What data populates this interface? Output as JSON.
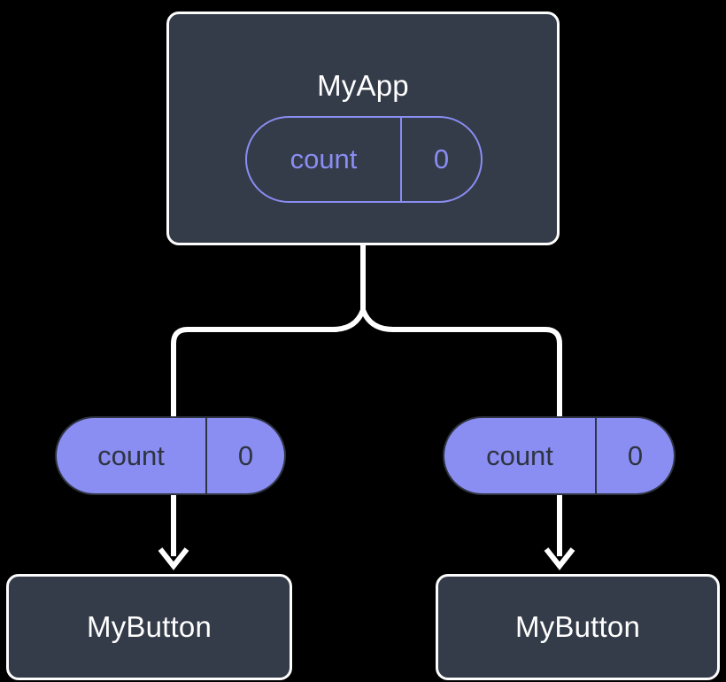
{
  "diagram": {
    "type": "component-tree",
    "background_color": "#000000",
    "palette": {
      "node_fill": "#343b49",
      "node_border": "#fdfdfd",
      "node_text": "#ffffff",
      "accent": "#8a8df2",
      "accent_text_on_fill": "#2e3440",
      "edge": "#ffffff"
    },
    "root": {
      "title": "MyApp",
      "state": {
        "key": "count",
        "value": "0"
      }
    },
    "children": [
      {
        "title": "MyButton",
        "prop": {
          "key": "count",
          "value": "0"
        }
      },
      {
        "title": "MyButton",
        "prop": {
          "key": "count",
          "value": "0"
        }
      }
    ],
    "edges": {
      "parent_to_children": "split",
      "prop_to_child": "arrow"
    }
  }
}
